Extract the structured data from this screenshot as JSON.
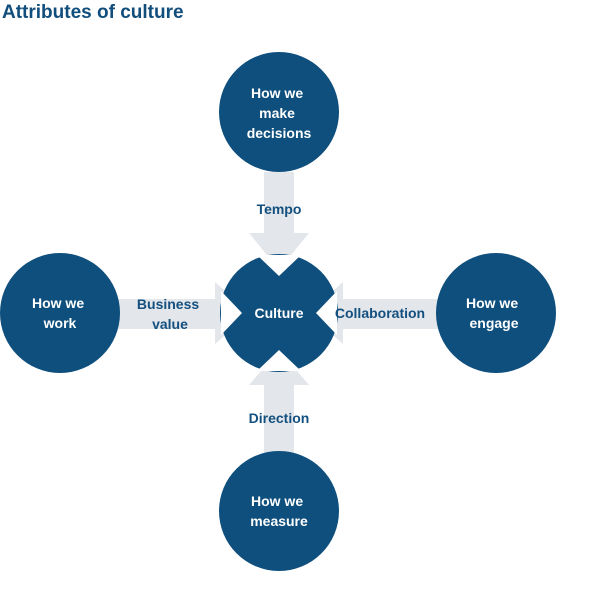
{
  "title": "Attributes of culture",
  "colors": {
    "node": "#0f4f7d",
    "arrow": "#e3e6ea",
    "label": "#14507f",
    "title": "#114e7c"
  },
  "center": {
    "label": "Culture"
  },
  "nodes": {
    "top": {
      "lines": [
        "How we",
        "make",
        "decisions"
      ]
    },
    "left": {
      "lines": [
        "How we",
        "work"
      ]
    },
    "right": {
      "lines": [
        "How we",
        "engage"
      ]
    },
    "bottom": {
      "lines": [
        "How we",
        "measure"
      ]
    }
  },
  "arrows": {
    "top": {
      "lines": [
        "Tempo"
      ]
    },
    "left": {
      "lines": [
        "Business",
        "value"
      ]
    },
    "right": {
      "lines": [
        "Collaboration"
      ]
    },
    "bottom": {
      "lines": [
        "Direction"
      ]
    }
  }
}
